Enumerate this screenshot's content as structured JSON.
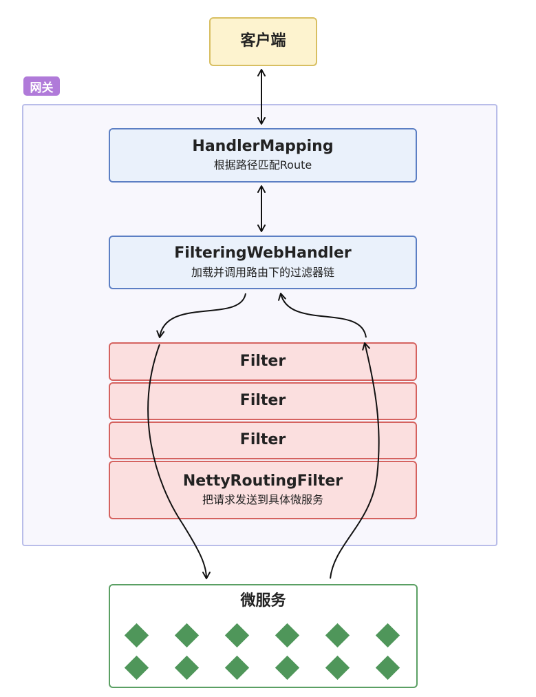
{
  "client": {
    "label": "客户端"
  },
  "gateway": {
    "tag": "网关",
    "handler_mapping": {
      "title": "HandlerMapping",
      "subtitle": "根据路径匹配Route"
    },
    "filtering_web_handler": {
      "title": "FilteringWebHandler",
      "subtitle": "加载并调用路由下的过滤器链"
    },
    "filters": [
      {
        "title": "Filter"
      },
      {
        "title": "Filter"
      },
      {
        "title": "Filter"
      }
    ],
    "netty_routing_filter": {
      "title": "NettyRoutingFilter",
      "subtitle": "把请求发送到具体微服务"
    }
  },
  "microservices": {
    "label": "微服务",
    "instance_icon": "green-diamond",
    "instance_count": 12
  },
  "colors": {
    "client_fill": "#fdf3cf",
    "client_border": "#d8bf62",
    "gateway_fill": "#f8f7fd",
    "gateway_border": "#b9bde9",
    "gateway_tag": "#b07ad9",
    "handler_fill": "#eaf1fb",
    "handler_border": "#5c7fc4",
    "filter_fill": "#fbdfdf",
    "filter_border": "#d5625f",
    "micro_border": "#5a9f63",
    "instance": "#4f965a"
  }
}
